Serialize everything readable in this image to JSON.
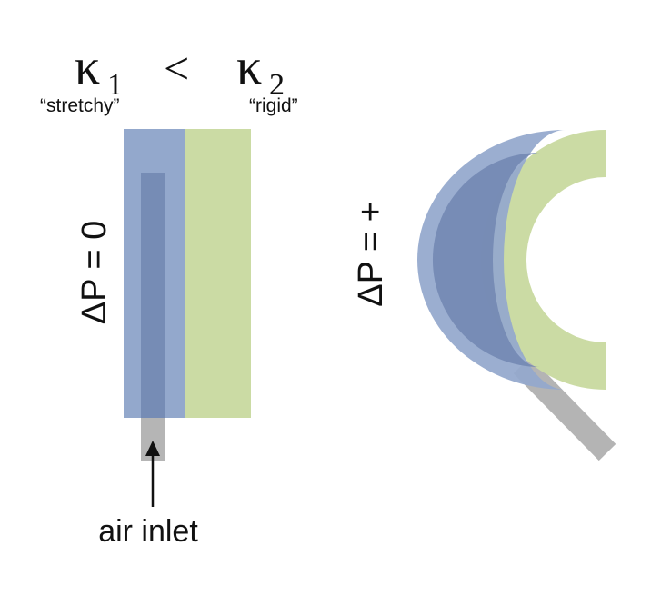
{
  "header": {
    "kappa1": {
      "symbol": "κ",
      "subscript": "1"
    },
    "operator": "<",
    "kappa2": {
      "symbol": "κ",
      "subscript": "2"
    },
    "label1": "“stretchy”",
    "label2": "“rigid”"
  },
  "left_state": {
    "pressure_label": "ΔP = 0",
    "inlet_label": "air inlet"
  },
  "right_state": {
    "pressure_label": "ΔP = +"
  },
  "colors": {
    "stretchy_layer": "#93a8cc",
    "rigid_layer": "#cbdba4",
    "air_channel": "#7388b2",
    "inlet_tube": "#a8a8a8",
    "text": "#111111"
  }
}
